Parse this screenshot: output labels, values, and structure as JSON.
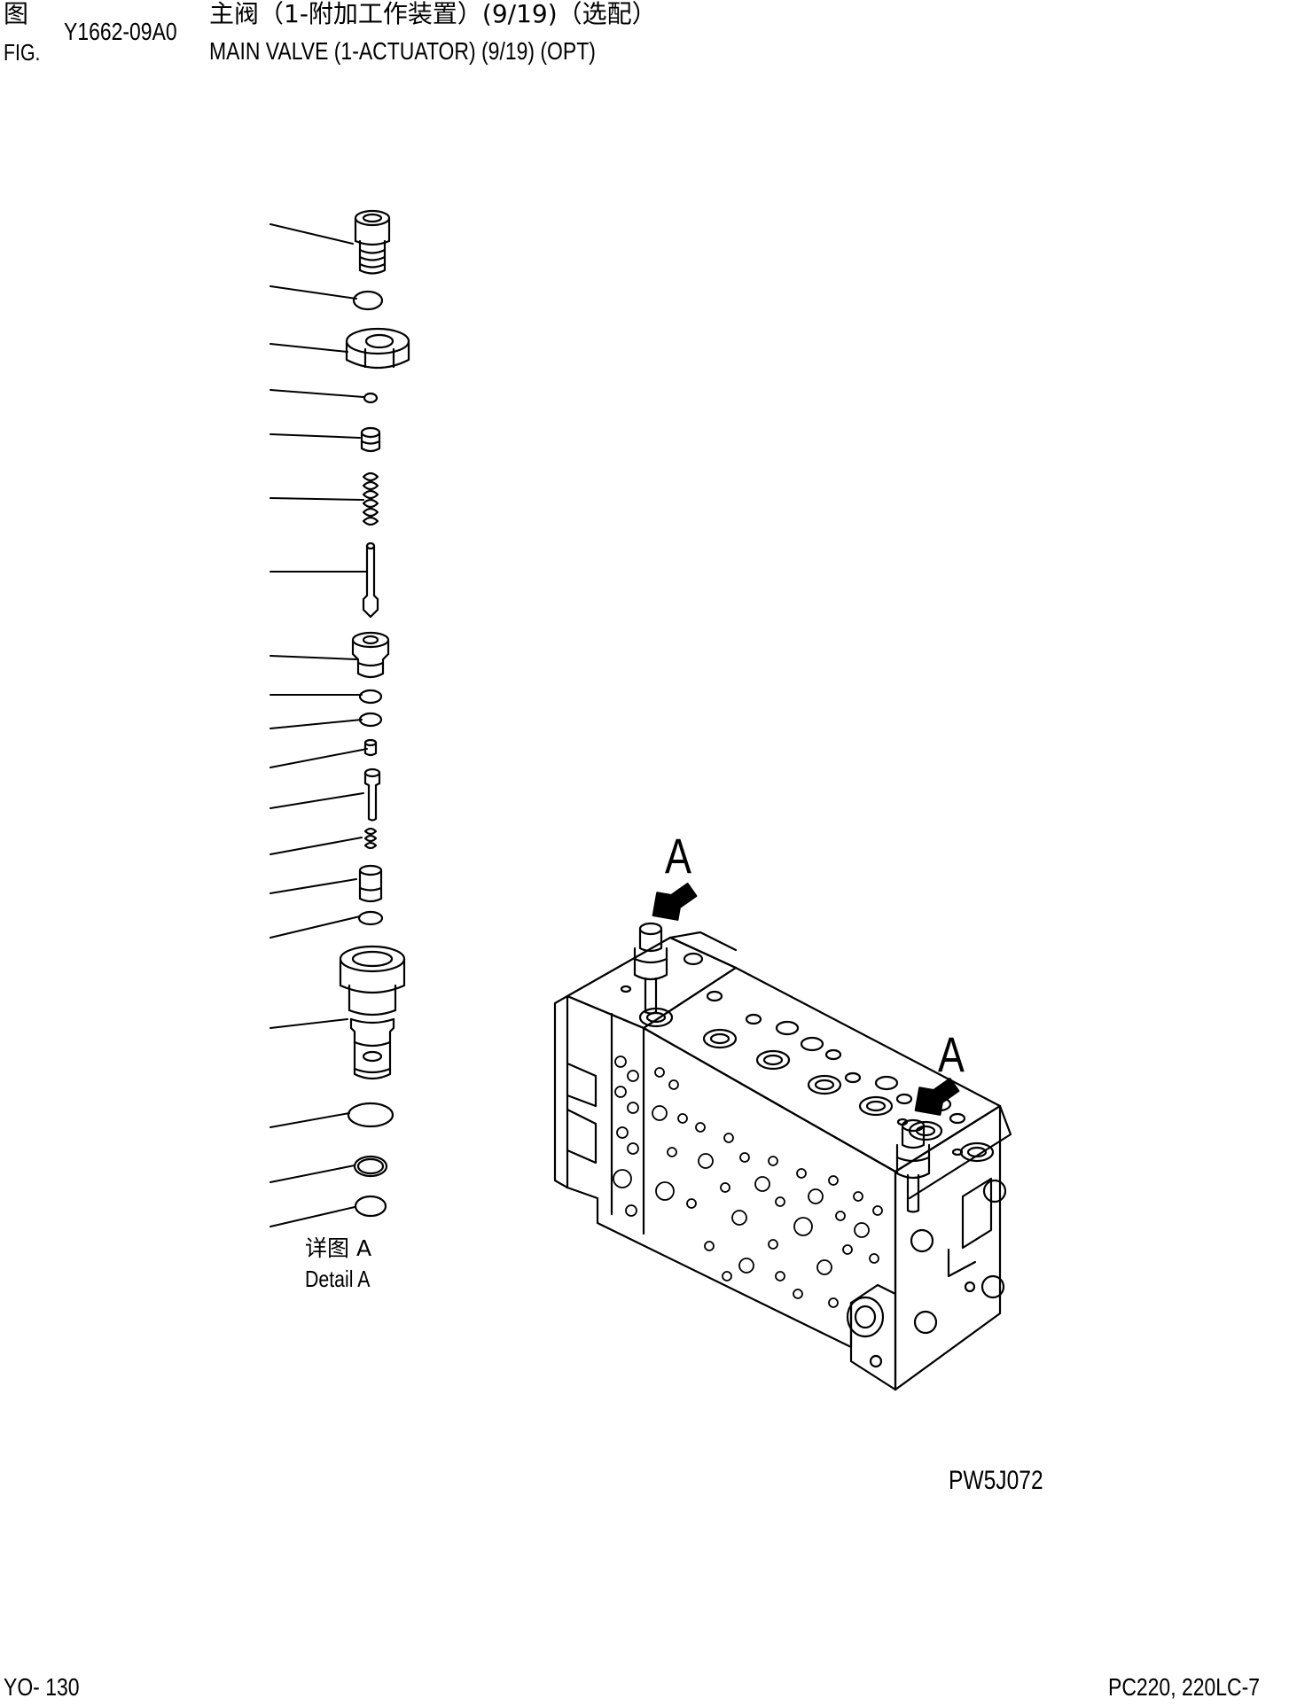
{
  "header": {
    "fig_label_cn": "图",
    "fig_label_en": "FIG.",
    "fig_number": "Y1662-09A0",
    "title_cn": "主阀（1-附加工作装置）(9/19)（选配）",
    "title_en": "MAIN VALVE (1-ACTUATOR) (9/19) (OPT)"
  },
  "detail": {
    "label_cn": "详图 A",
    "label_en": "Detail A",
    "view_letter": "A"
  },
  "illustration": {
    "ref_code": "PW5J072"
  },
  "footer": {
    "page_number": "YO- 130",
    "model": "PC220, 220LC-7"
  }
}
